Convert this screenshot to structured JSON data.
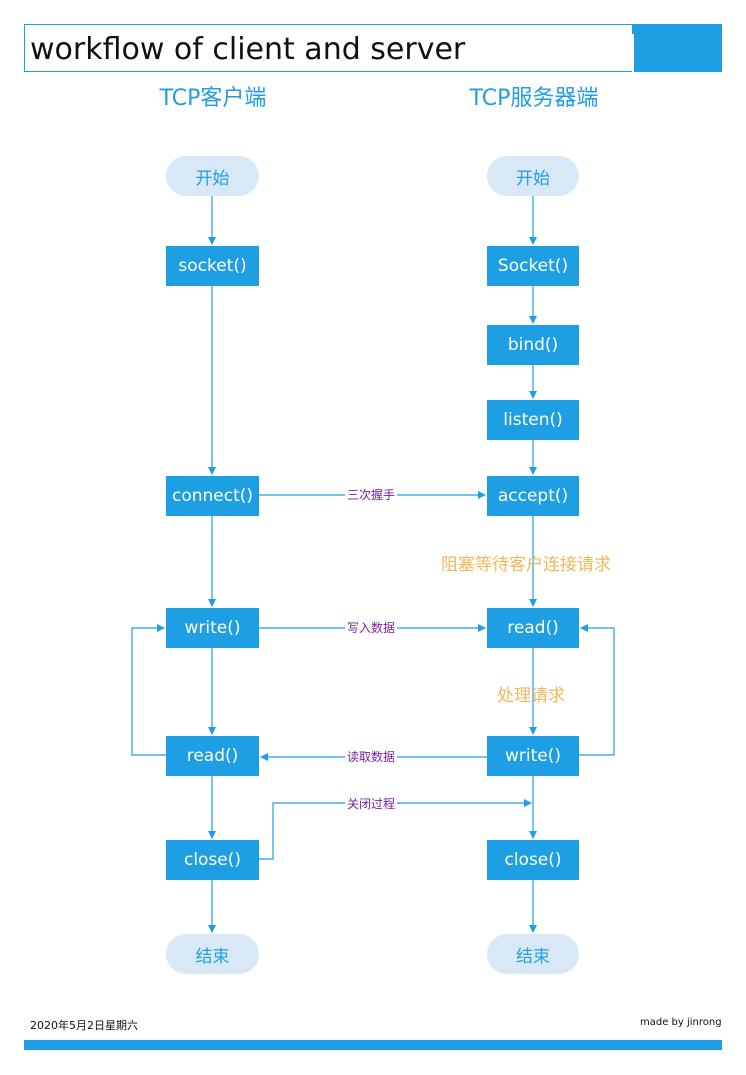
{
  "title": "workflow of client and server",
  "columns": {
    "client_header": "TCP客户端",
    "server_header": "TCP服务器端"
  },
  "client_nodes": {
    "start": "开始",
    "socket": "socket()",
    "connect": "connect()",
    "write": "write()",
    "read": "read()",
    "close": "close()",
    "end": "结束"
  },
  "server_nodes": {
    "start": "开始",
    "socket": "Socket()",
    "bind": "bind()",
    "listen": "listen()",
    "accept": "accept()",
    "read": "read()",
    "write": "write()",
    "close": "close()",
    "end": "结束"
  },
  "edge_labels": {
    "handshake": "三次握手",
    "write_data": "写入数据",
    "read_data": "读取数据",
    "close_process": "关闭过程"
  },
  "annotations": {
    "block_wait": "阻塞等待客户连接请求",
    "process_request": "处理请求"
  },
  "footer": {
    "date": "2020年5月2日星期六",
    "author": "made by jinrong"
  },
  "colors": {
    "accent": "#1e9ee3",
    "pill_bg": "#d8e8f6",
    "edge_label": "#7a1fa2",
    "annotation": "#f0b85a"
  }
}
